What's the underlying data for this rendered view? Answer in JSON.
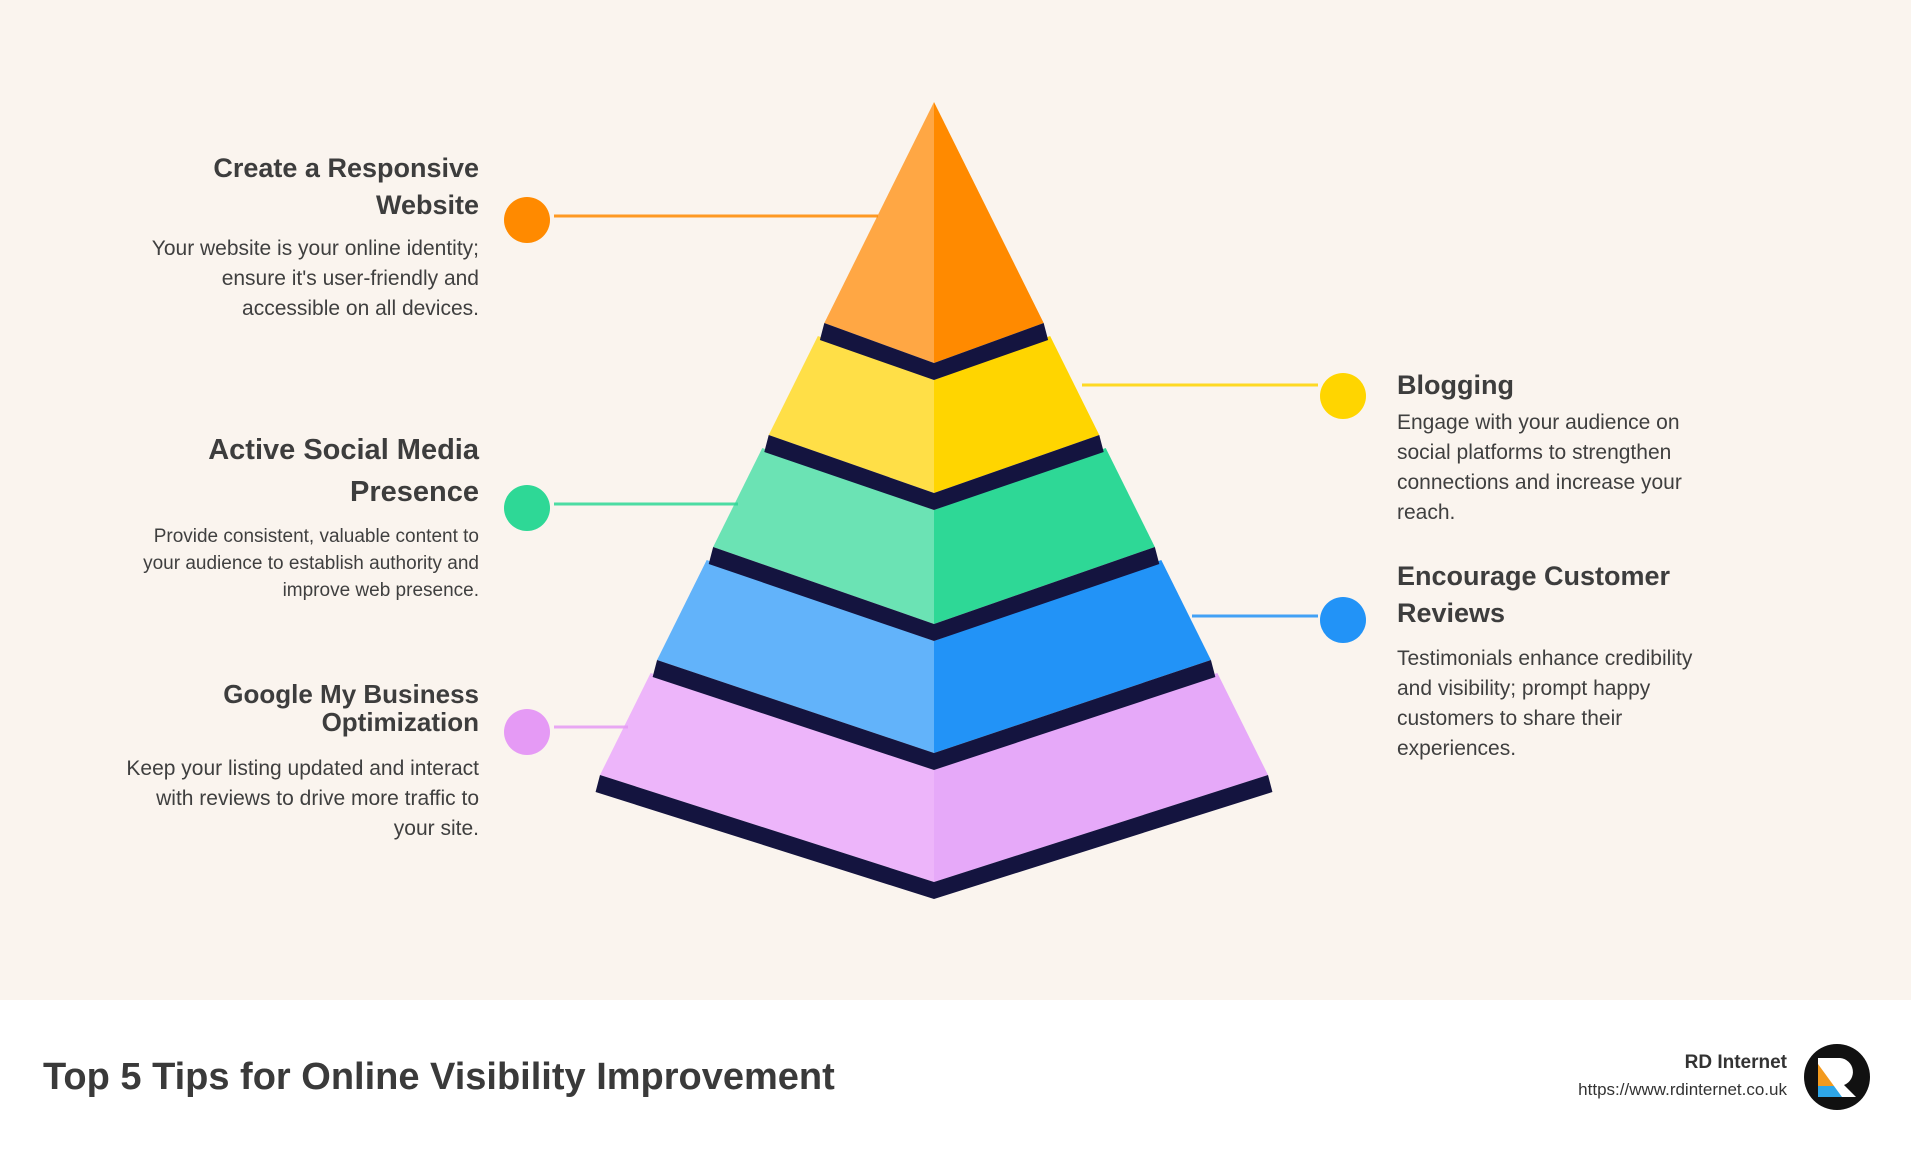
{
  "tips": {
    "website": {
      "title": "Create a Responsive Website",
      "description": "Your website is your online identity; ensure it's user-friendly and accessible on all devices.",
      "color": "#ff8a00"
    },
    "social": {
      "title": "Active Social Media Presence",
      "description": "Provide consistent, valuable content to your audience to establish authority and improve web presence.",
      "color": "#2ed896"
    },
    "gmb": {
      "title": "Google My Business Optimization",
      "description": "Keep your listing updated and interact with reviews to drive more traffic to your site.",
      "color": "#e59af5"
    },
    "blogging": {
      "title": "Blogging",
      "description": "Engage with your audience on social platforms to strengthen connections and increase your reach.",
      "color": "#ffd500"
    },
    "reviews": {
      "title": "Encourage Customer Reviews",
      "description": "Testimonials enhance credibility and visibility; prompt happy customers to share their experiences.",
      "color": "#2293f7"
    }
  },
  "pyramid": {
    "shadow_color": "#14143f",
    "layers": [
      {
        "name": "website",
        "light": "#ffa744",
        "dark": "#ff8a00"
      },
      {
        "name": "blogging",
        "light": "#ffdf47",
        "dark": "#ffd500"
      },
      {
        "name": "social",
        "light": "#6be3b4",
        "dark": "#2ed896"
      },
      {
        "name": "reviews",
        "light": "#62b3fa",
        "dark": "#2293f7"
      },
      {
        "name": "gmb",
        "light": "#edb5fa",
        "dark": "#e6a9f9"
      }
    ]
  },
  "footer": {
    "title": "Top 5 Tips for Online Visibility Improvement",
    "brand_name": "RD Internet",
    "brand_url": "https://www.rdinternet.co.uk",
    "logo_colors": {
      "ring": "#111111",
      "orange": "#f39a1e",
      "blue": "#2ea6e8"
    }
  }
}
